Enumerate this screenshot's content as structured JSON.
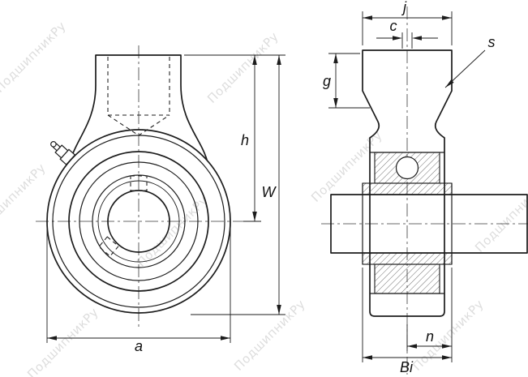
{
  "drawing": {
    "type": "bearing-unit-technical-drawing",
    "front_view_dims": {
      "a": "a",
      "h": "h",
      "w": "W"
    },
    "side_view_dims": {
      "j": "j",
      "c": "c",
      "g": "g",
      "s": "s",
      "n": "n",
      "bi": "Bi"
    }
  },
  "watermark": {
    "text": "ПодшипникРу",
    "color": "#c3c3c3"
  },
  "colors": {
    "line": "#1c1c1c",
    "background": "#ffffff"
  }
}
